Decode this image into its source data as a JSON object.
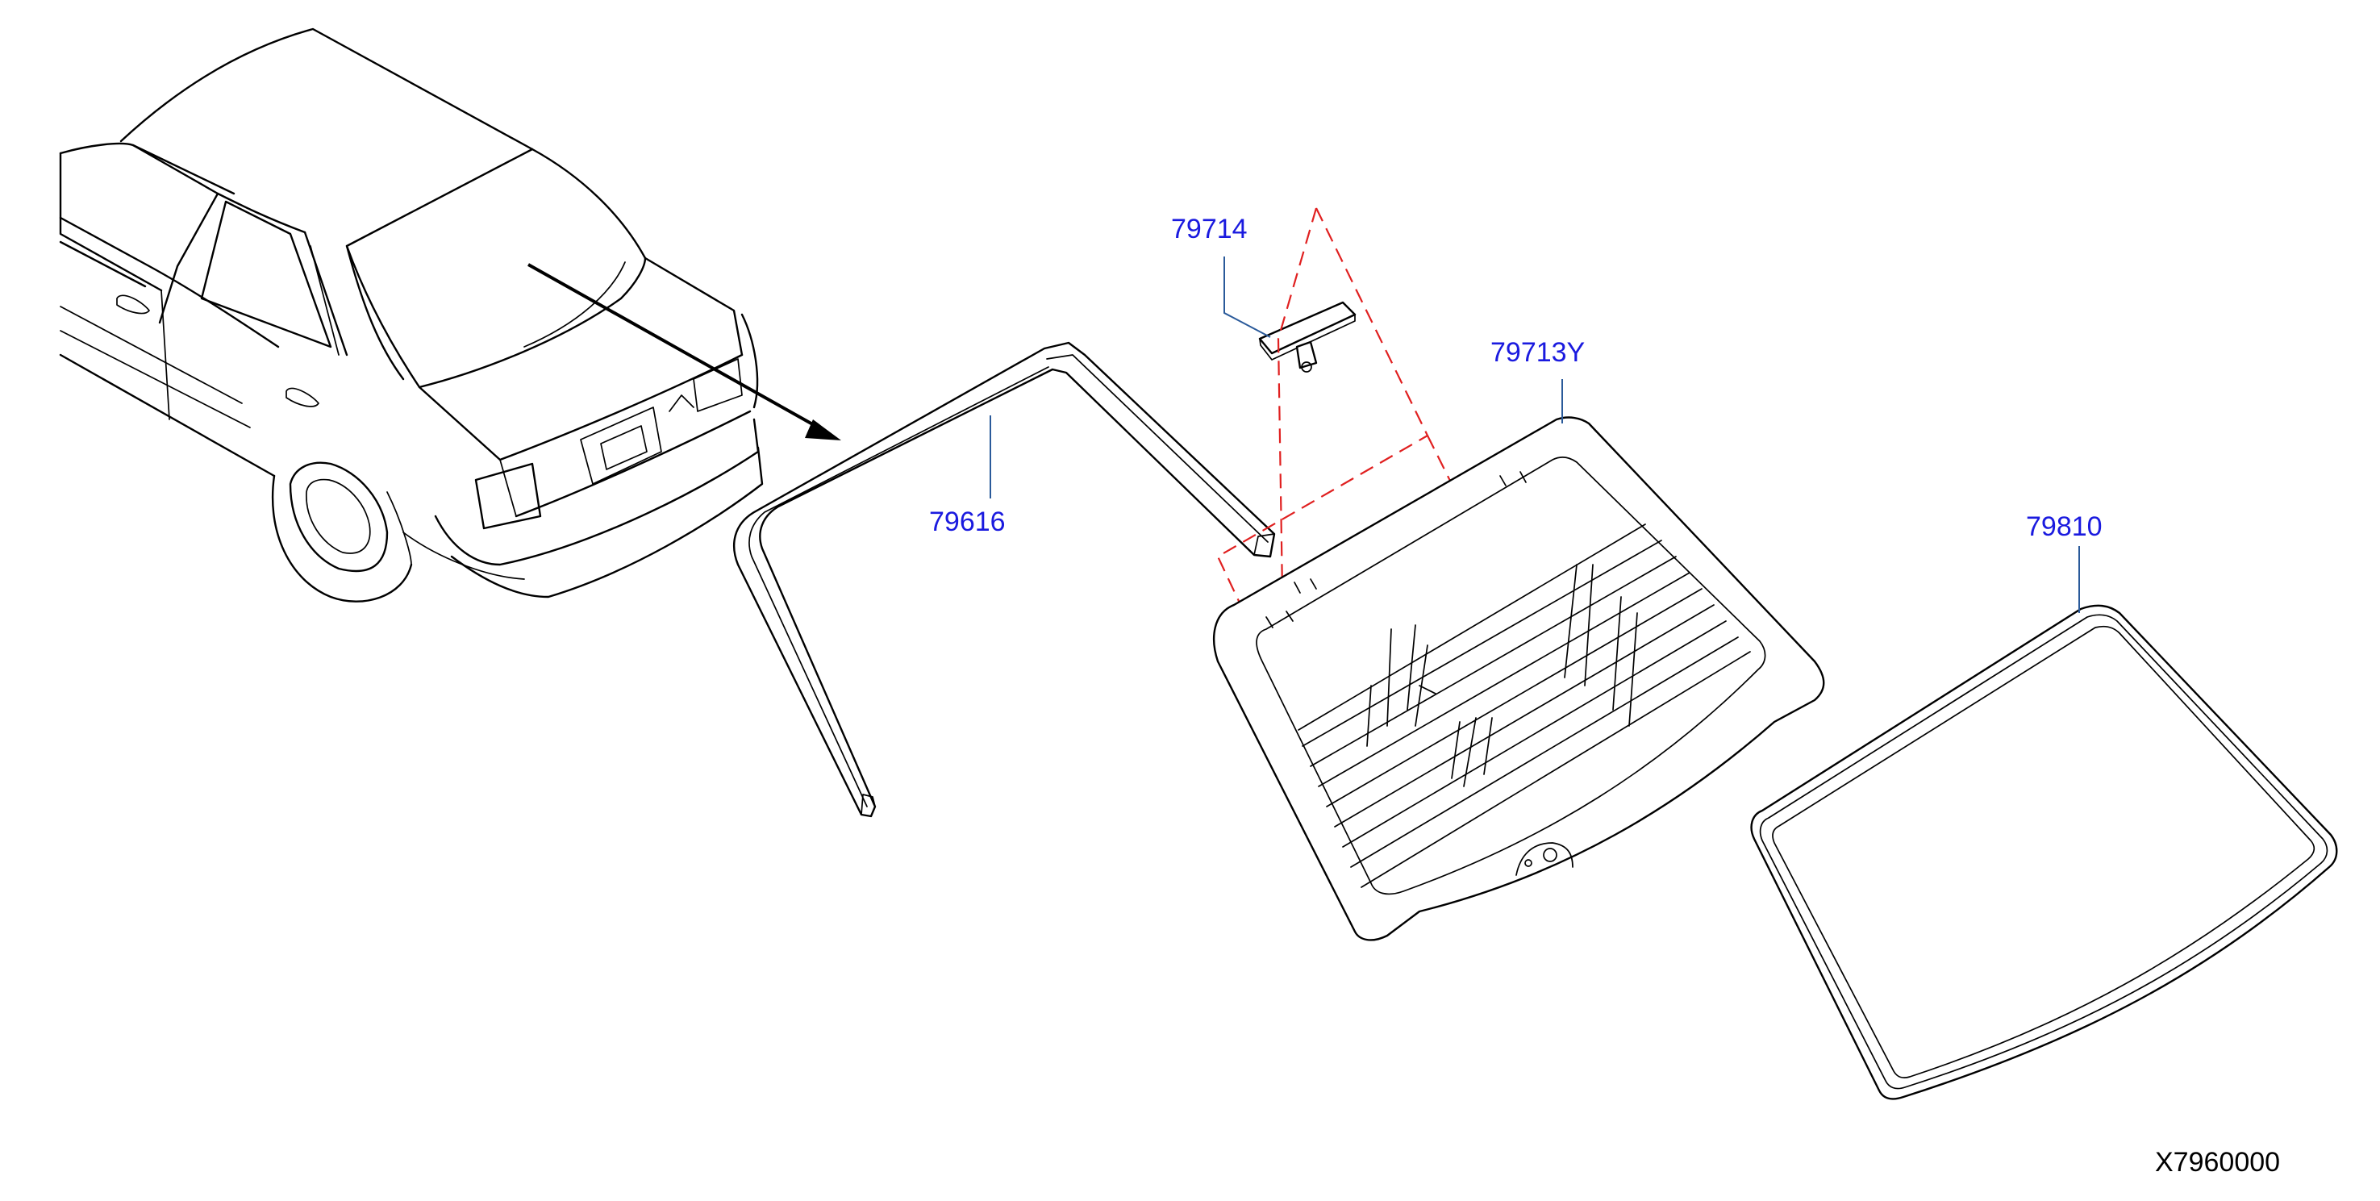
{
  "parts": {
    "clip": "79714",
    "glass": "79713Y",
    "molding": "79616",
    "weatherstrip": "79810"
  },
  "diagram_code": "X7960000",
  "colors": {
    "label": "#1a1adf",
    "leader": "#2a5a9a",
    "guide": "#e02020",
    "line": "#000000"
  }
}
